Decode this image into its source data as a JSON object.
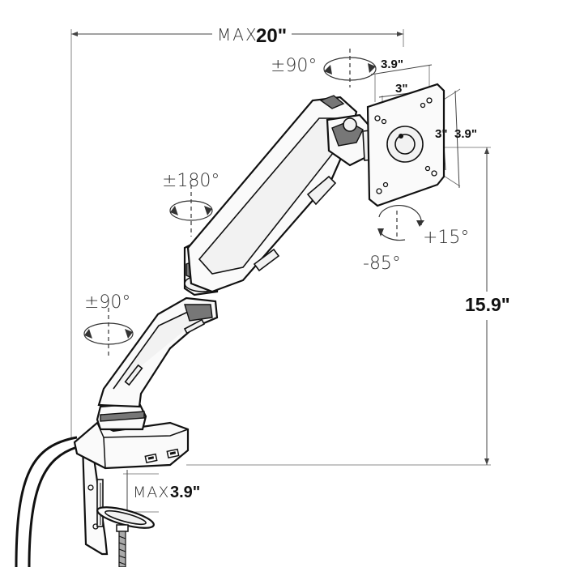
{
  "dimensions": {
    "max_reach_prefix": "MAX",
    "max_reach_value": "20\"",
    "height_value": "15.9\"",
    "clamp_prefix": "MAX",
    "clamp_value": "3.9\"",
    "vesa_outer_top": "3.9\"",
    "vesa_inner_top": "3\"",
    "vesa_inner_side": "3\"",
    "vesa_outer_side": "3.9\""
  },
  "rotations": {
    "head_swivel": "±90°",
    "arm_swivel": "±180°",
    "base_swivel": "±90°",
    "tilt_up": "+15°",
    "tilt_down": "-85°"
  },
  "colors": {
    "line": "#111111",
    "fill": "#fafafa",
    "dark_part": "#777777"
  }
}
